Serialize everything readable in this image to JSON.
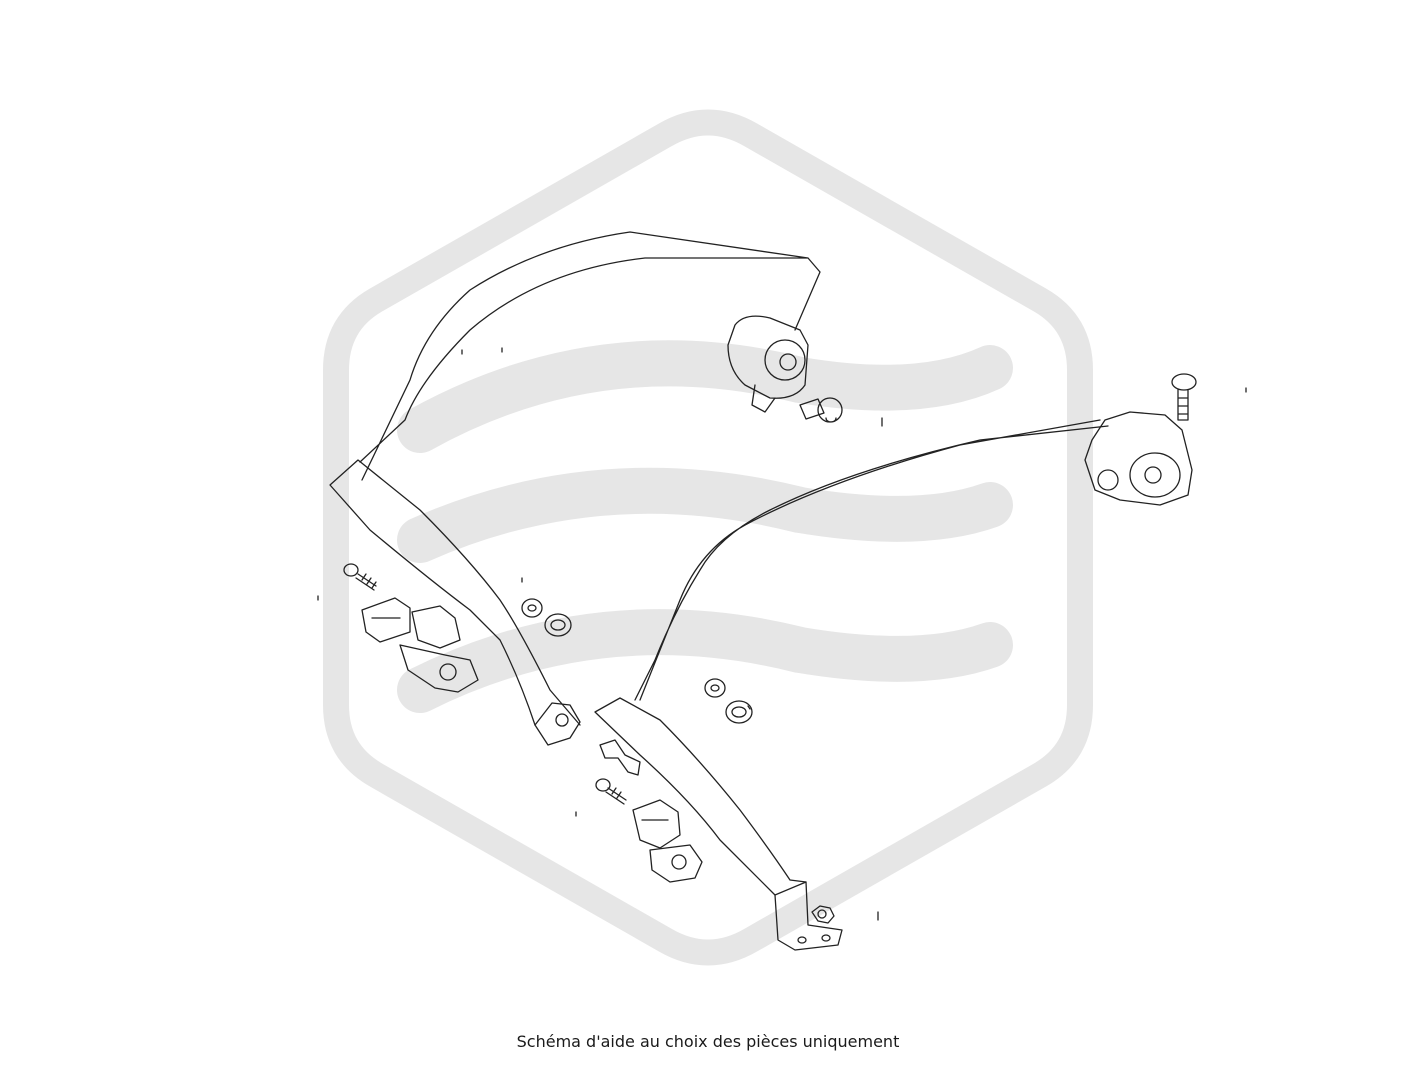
{
  "diagram": {
    "caption": "Schéma d'aide au choix des pièces uniquement",
    "watermark_color": "#e6e6e6",
    "line_color": "#222222",
    "parts": [
      {
        "name": "front-upper-retractor"
      },
      {
        "name": "rear-right-retractor"
      },
      {
        "name": "left-lap-belt"
      },
      {
        "name": "right-lap-belt"
      },
      {
        "name": "left-buckle"
      },
      {
        "name": "center-buckle"
      },
      {
        "name": "retractor-bolt-top"
      },
      {
        "name": "retractor-bolt-right"
      },
      {
        "name": "buckle-bolt-left"
      },
      {
        "name": "buckle-bolt-center"
      },
      {
        "name": "washer-pair-left"
      },
      {
        "name": "washer-pair-center"
      },
      {
        "name": "anchor-nut-bottom"
      }
    ]
  }
}
